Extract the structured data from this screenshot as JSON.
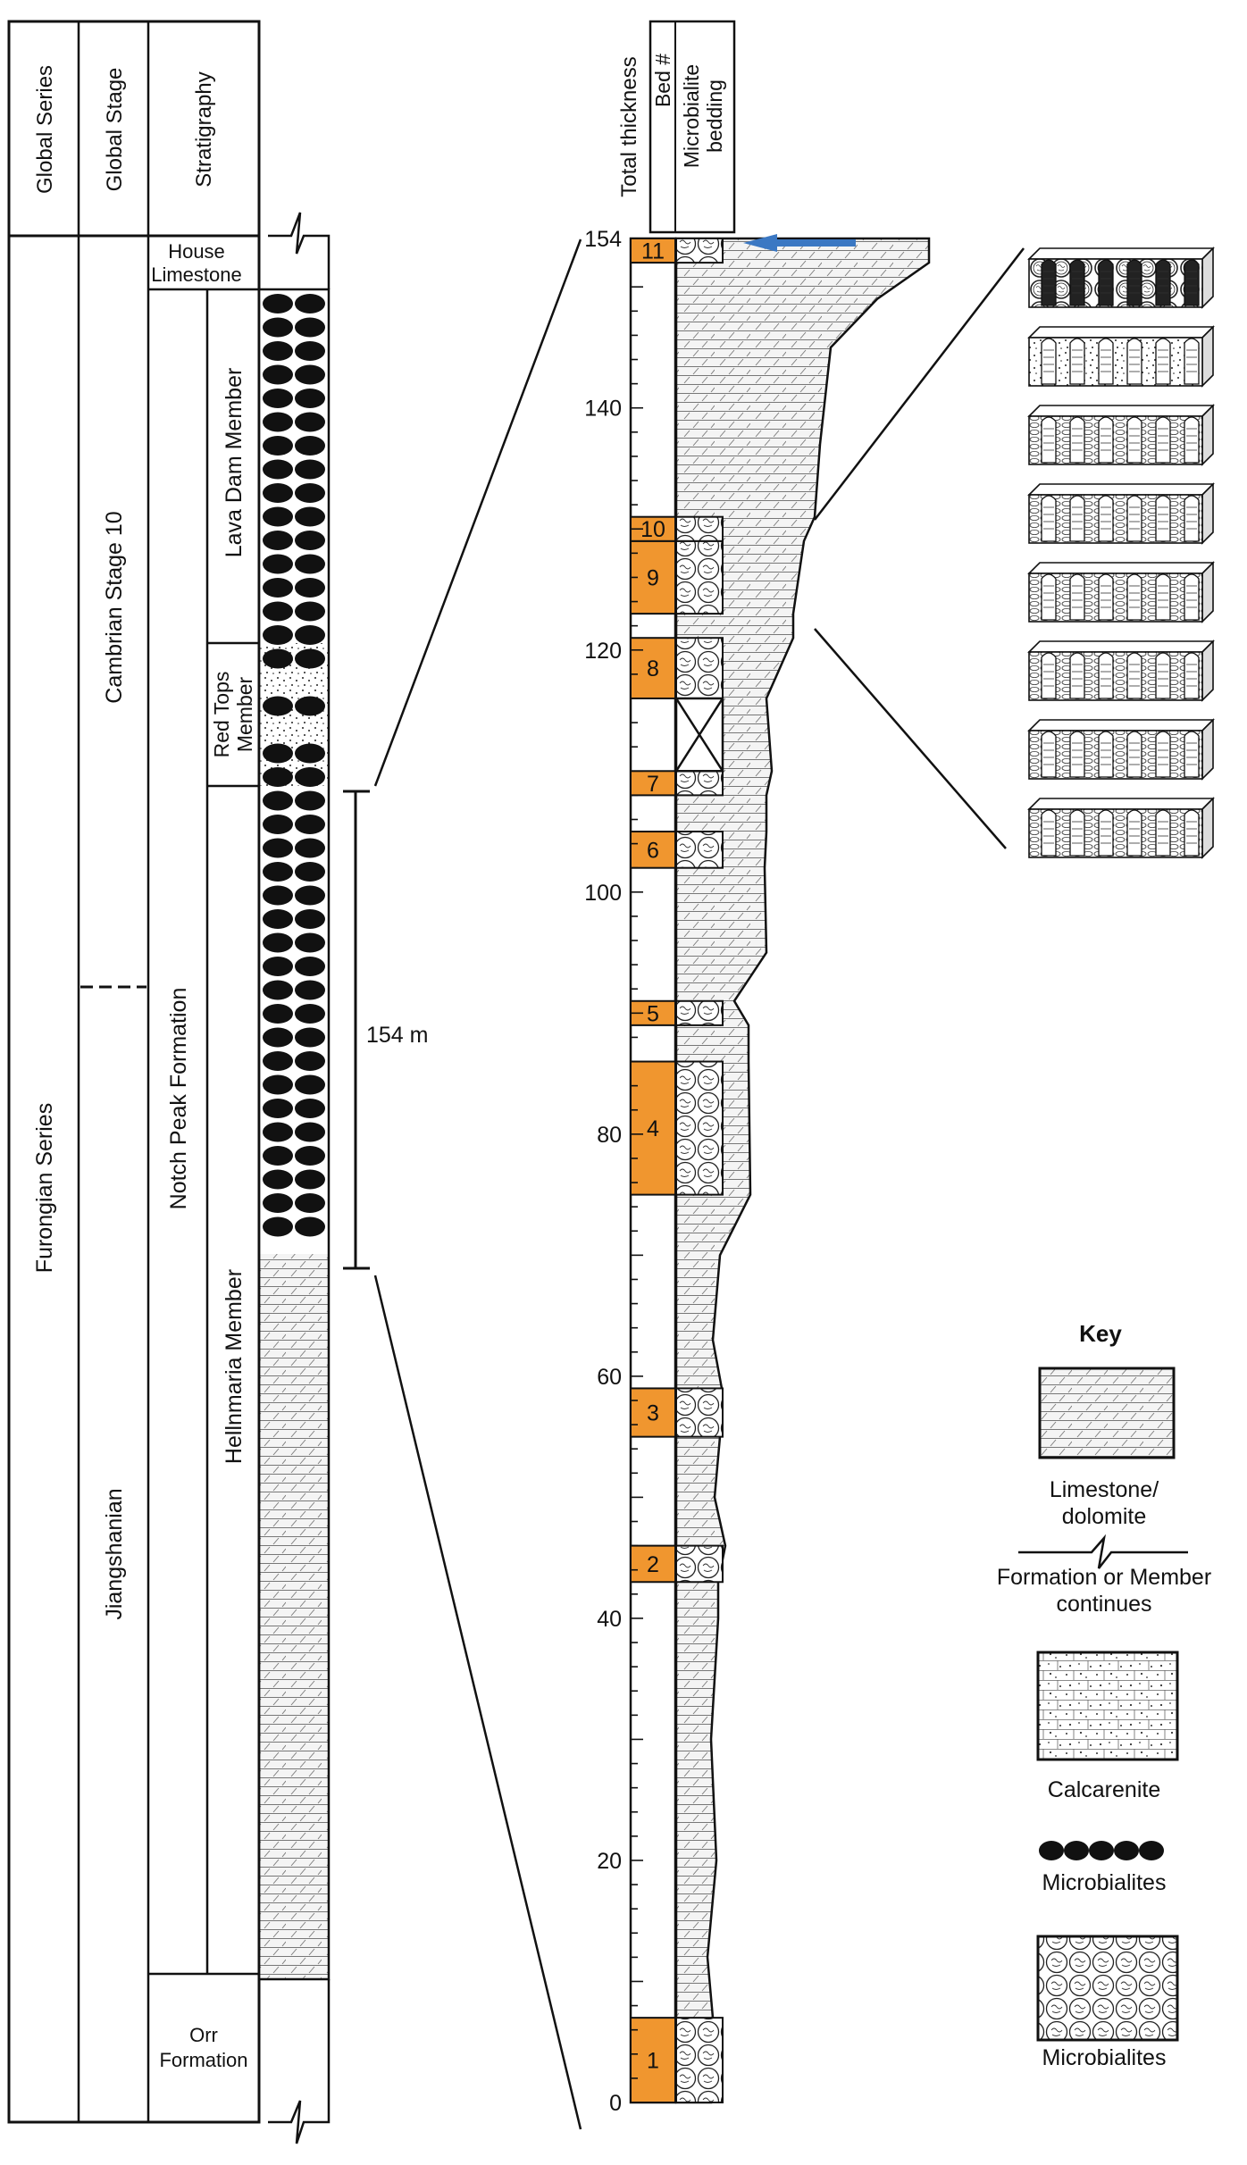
{
  "left_column": {
    "headers": {
      "global_series": "Global Series",
      "global_stage": "Global Stage",
      "stratigraphy": "Stratigraphy"
    },
    "series_label": "Furongian Series",
    "stage_upper": "Cambrian Stage 10",
    "stage_lower": "Jiangshanian",
    "units": {
      "house_limestone": "House Limestone",
      "notch_peak": "Notch Peak Formation",
      "lava_dam": "Lava Dam Member",
      "red_tops": "Red Tops Member",
      "hellnmaria": "Hellnmaria Member",
      "orr": "Orr Formation"
    },
    "thickness_bracket": "154 m"
  },
  "section": {
    "headers": {
      "total_thickness": "Total thickness",
      "bed": "Bed #",
      "microbialite_bedding": "Microbialite bedding"
    },
    "axis_ticks": [
      "0",
      "20",
      "40",
      "60",
      "80",
      "100",
      "120",
      "140",
      "154"
    ],
    "beds": [
      {
        "label": "1",
        "bottom_m": 0,
        "top_m": 7
      },
      {
        "label": "2",
        "bottom_m": 43,
        "top_m": 46
      },
      {
        "label": "3",
        "bottom_m": 55,
        "top_m": 59
      },
      {
        "label": "4",
        "bottom_m": 75,
        "top_m": 86
      },
      {
        "label": "5",
        "bottom_m": 89,
        "top_m": 91
      },
      {
        "label": "6",
        "bottom_m": 102,
        "top_m": 105
      },
      {
        "label": "7",
        "bottom_m": 108,
        "top_m": 110
      },
      {
        "label": "8",
        "bottom_m": 116,
        "top_m": 121
      },
      {
        "label": "9",
        "bottom_m": 123,
        "top_m": 129
      },
      {
        "label": "10",
        "bottom_m": 129,
        "top_m": 131
      },
      {
        "label": "11",
        "bottom_m": 152,
        "top_m": 154
      }
    ],
    "colors": {
      "bed_fill": "#f0962f",
      "arrow": "#3b78c3"
    }
  },
  "key": {
    "title": "Key",
    "items": [
      {
        "icon": "limestone-pattern",
        "label": "Limestone/ dolomite"
      },
      {
        "icon": "break-line",
        "label": "Formation or Member continues"
      },
      {
        "icon": "calcarenite-pattern",
        "label": "Calcarenite"
      },
      {
        "icon": "ellipse-row",
        "label": "Microbialites"
      },
      {
        "icon": "thrombolite-pattern",
        "label": "Microbialites"
      }
    ]
  }
}
